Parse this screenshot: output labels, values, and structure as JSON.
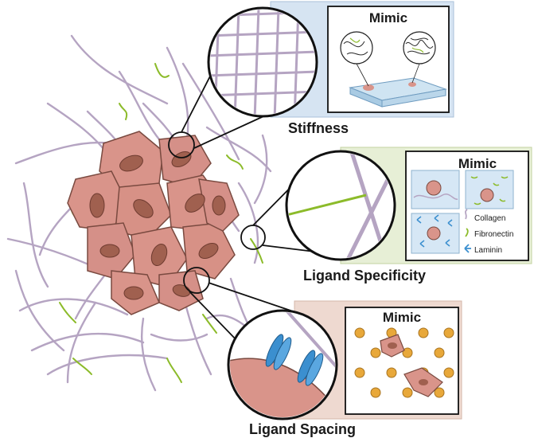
{
  "sections": {
    "stiffness": {
      "label": "Stiffness",
      "mimic_title": "Mimic"
    },
    "ligand_specificity": {
      "label": "Ligand Specificity",
      "mimic_title": "Mimic",
      "legend": [
        {
          "name": "Collagen",
          "color": "#b5a4c2"
        },
        {
          "name": "Fibronectin",
          "color": "#8cbb2a"
        },
        {
          "name": "Laminin",
          "color": "#3b8fcf"
        }
      ]
    },
    "ligand_spacing": {
      "label": "Ligand Spacing",
      "mimic_title": "Mimic"
    }
  },
  "colors": {
    "collagen": "#b5a4c2",
    "fibronectin": "#8cbb2a",
    "laminin": "#3b8fcf",
    "cell_fill": "#d9948a",
    "nucleus_fill": "#a0604f",
    "stiffness_bg": "#d6e4f2",
    "specificity_bg": "#e7efd6",
    "spacing_bg": "#eed9d0",
    "dot_fill": "#e8a83a"
  }
}
